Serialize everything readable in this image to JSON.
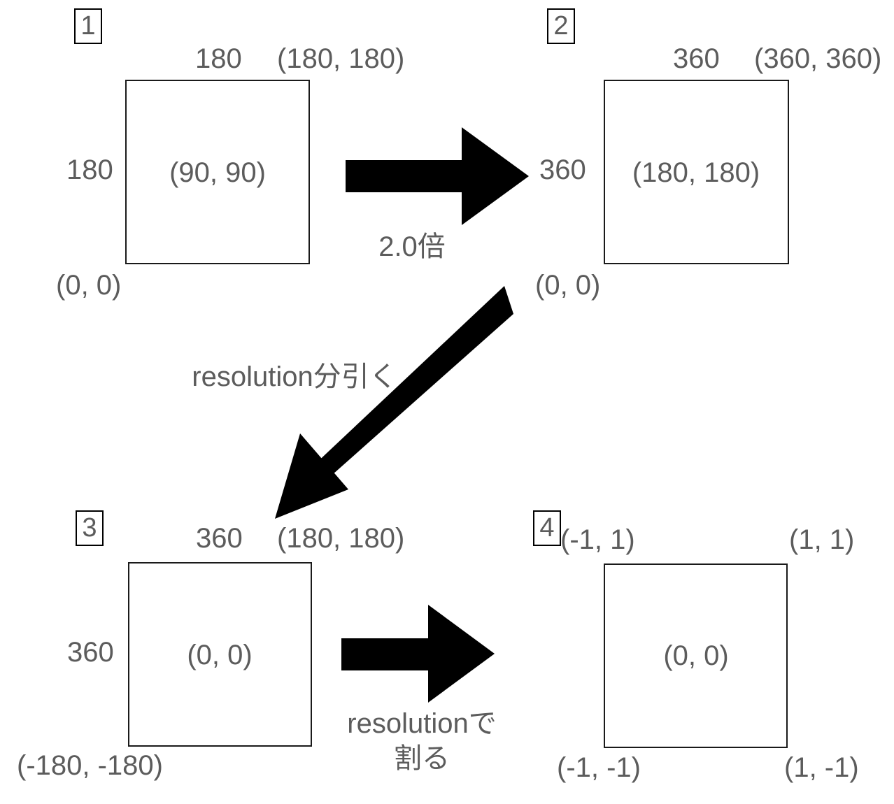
{
  "diagram": {
    "title": "coordinate transform pipeline",
    "text_color": "#5c5c5c",
    "arrow_color": "#000000",
    "square_border_color": "#1a1a1a"
  },
  "panels": [
    {
      "badge": "1",
      "top_size": "180",
      "left_size": "180",
      "top_right_corner": "(180, 180)",
      "bottom_left_corner": "(0, 0)",
      "center": "(90, 90)"
    },
    {
      "badge": "2",
      "top_size": "360",
      "left_size": "360",
      "top_right_corner": "(360, 360)",
      "bottom_left_corner": "(0, 0)",
      "center": "(180, 180)"
    },
    {
      "badge": "3",
      "top_size": "360",
      "left_size": "360",
      "top_right_corner": "(180, 180)",
      "bottom_left_corner": "(-180, -180)",
      "center": "(0, 0)"
    },
    {
      "badge": "4",
      "top_left_corner": "(-1, 1)",
      "top_right_corner": "(1, 1)",
      "bottom_left_corner": "(-1, -1)",
      "bottom_right_corner": "(1, -1)",
      "center": "(0, 0)"
    }
  ],
  "arrows": {
    "scale": {
      "label": "2.0倍"
    },
    "subtract": {
      "label": "resolution分引く"
    },
    "divide": {
      "label_line1": "resolutionで",
      "label_line2": "割る"
    }
  }
}
